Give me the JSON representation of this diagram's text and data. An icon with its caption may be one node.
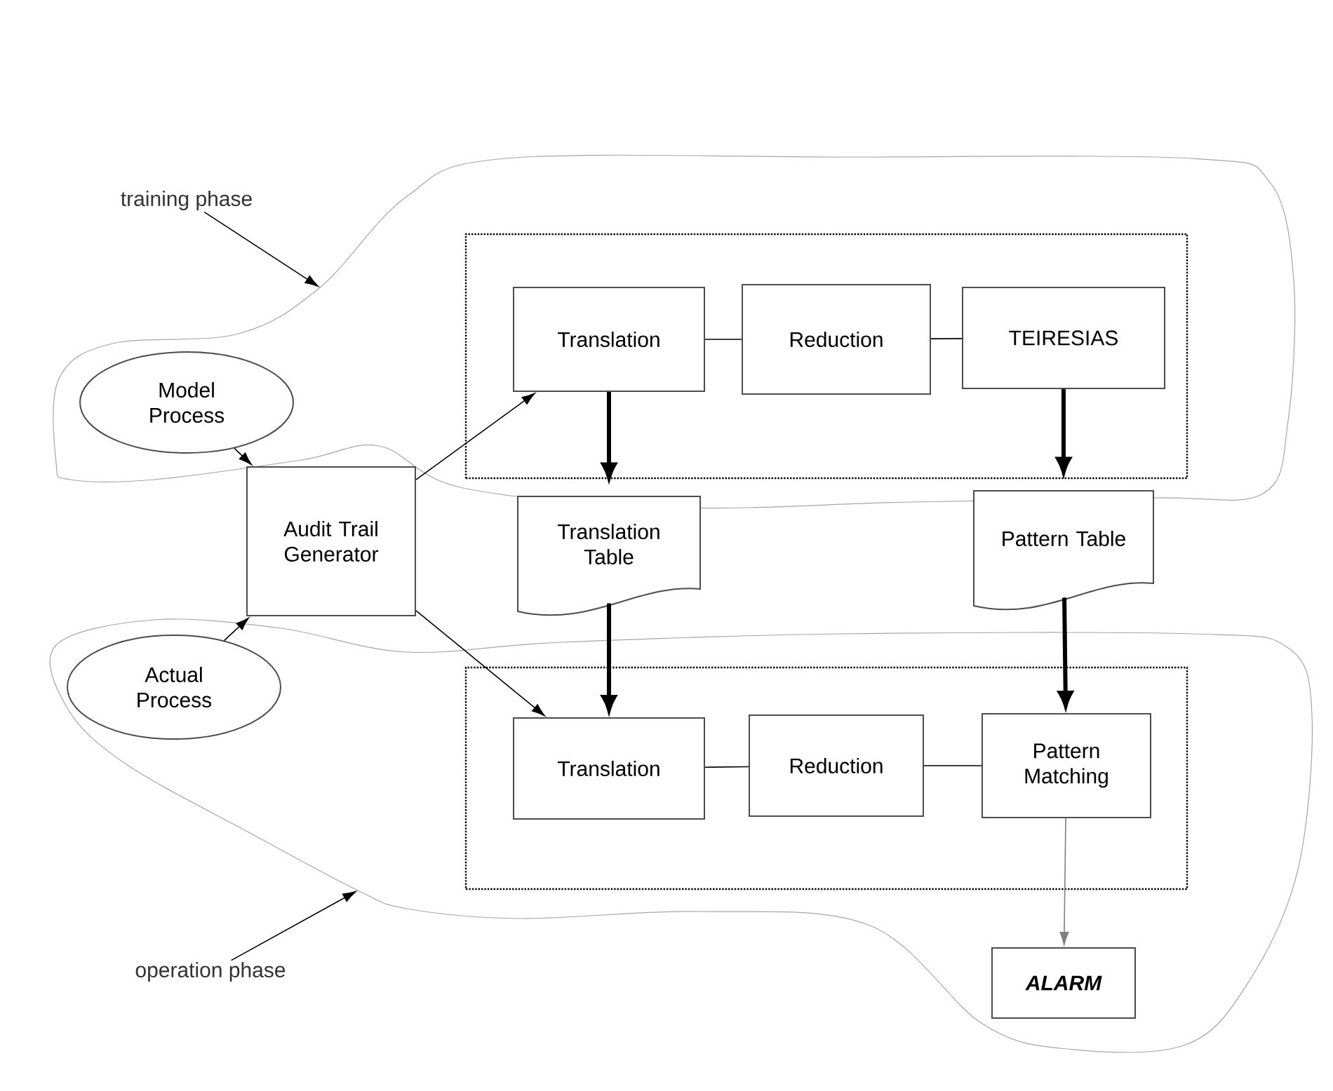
{
  "diagram": {
    "nodes": [
      {
        "text": [
          "training phase"
        ]
      },
      {
        "text": [],
        "shape": "cloud"
      },
      {
        "text": [],
        "shape": "box",
        "in": 1
      },
      {
        "text": [
          "Translation"
        ],
        "in": 2
      },
      {
        "text": [
          "Reduction"
        ],
        "in": 2
      },
      {
        "text": [
          "TEIRESIAS"
        ],
        "in": 2
      },
      {
        "text": [
          "Model Process"
        ],
        "in": 1
      },
      {
        "text": [
          "Audit Trail Generator"
        ]
      },
      {
        "text": [
          "Translation Table"
        ]
      },
      {
        "text": [
          "Pattern Table"
        ]
      },
      {
        "text": [
          "Actual Process"
        ],
        "in": 11
      },
      {
        "text": [],
        "shape": "cloud"
      },
      {
        "text": [],
        "shape": "box",
        "in": 11
      },
      {
        "text": [
          "Translation"
        ],
        "in": 12
      },
      {
        "text": [
          "Reduction"
        ],
        "in": 12
      },
      {
        "text": [
          "Pattern Matching"
        ],
        "in": 12
      },
      {
        "text": [
          "ALARM"
        ],
        "in": 11
      },
      {
        "text": [
          "operation phase"
        ]
      }
    ],
    "edges": [
      {
        "from": 0,
        "to": 1,
        "arrow": "to"
      },
      {
        "from": 6,
        "to": 7,
        "arrow": "to"
      },
      {
        "from": 10,
        "to": 7,
        "arrow": "to"
      },
      {
        "from": 7,
        "to": 3,
        "arrow": "to"
      },
      {
        "from": 7,
        "to": 13,
        "arrow": "to"
      },
      {
        "from": 3,
        "to": 4,
        "arrow": "none"
      },
      {
        "from": 4,
        "to": 5,
        "arrow": "none"
      },
      {
        "from": 3,
        "to": 8,
        "arrow": "to",
        "style": "thick"
      },
      {
        "from": 5,
        "to": 9,
        "arrow": "to",
        "style": "thick"
      },
      {
        "from": 8,
        "to": 13,
        "arrow": "to",
        "style": "thick"
      },
      {
        "from": 9,
        "to": 15,
        "arrow": "to",
        "style": "thick"
      },
      {
        "from": 13,
        "to": 14,
        "arrow": "none"
      },
      {
        "from": 14,
        "to": 15,
        "arrow": "none"
      },
      {
        "from": 15,
        "to": 16,
        "arrow": "to",
        "color": "#808080"
      },
      {
        "from": 17,
        "to": 11,
        "arrow": "to"
      }
    ]
  }
}
